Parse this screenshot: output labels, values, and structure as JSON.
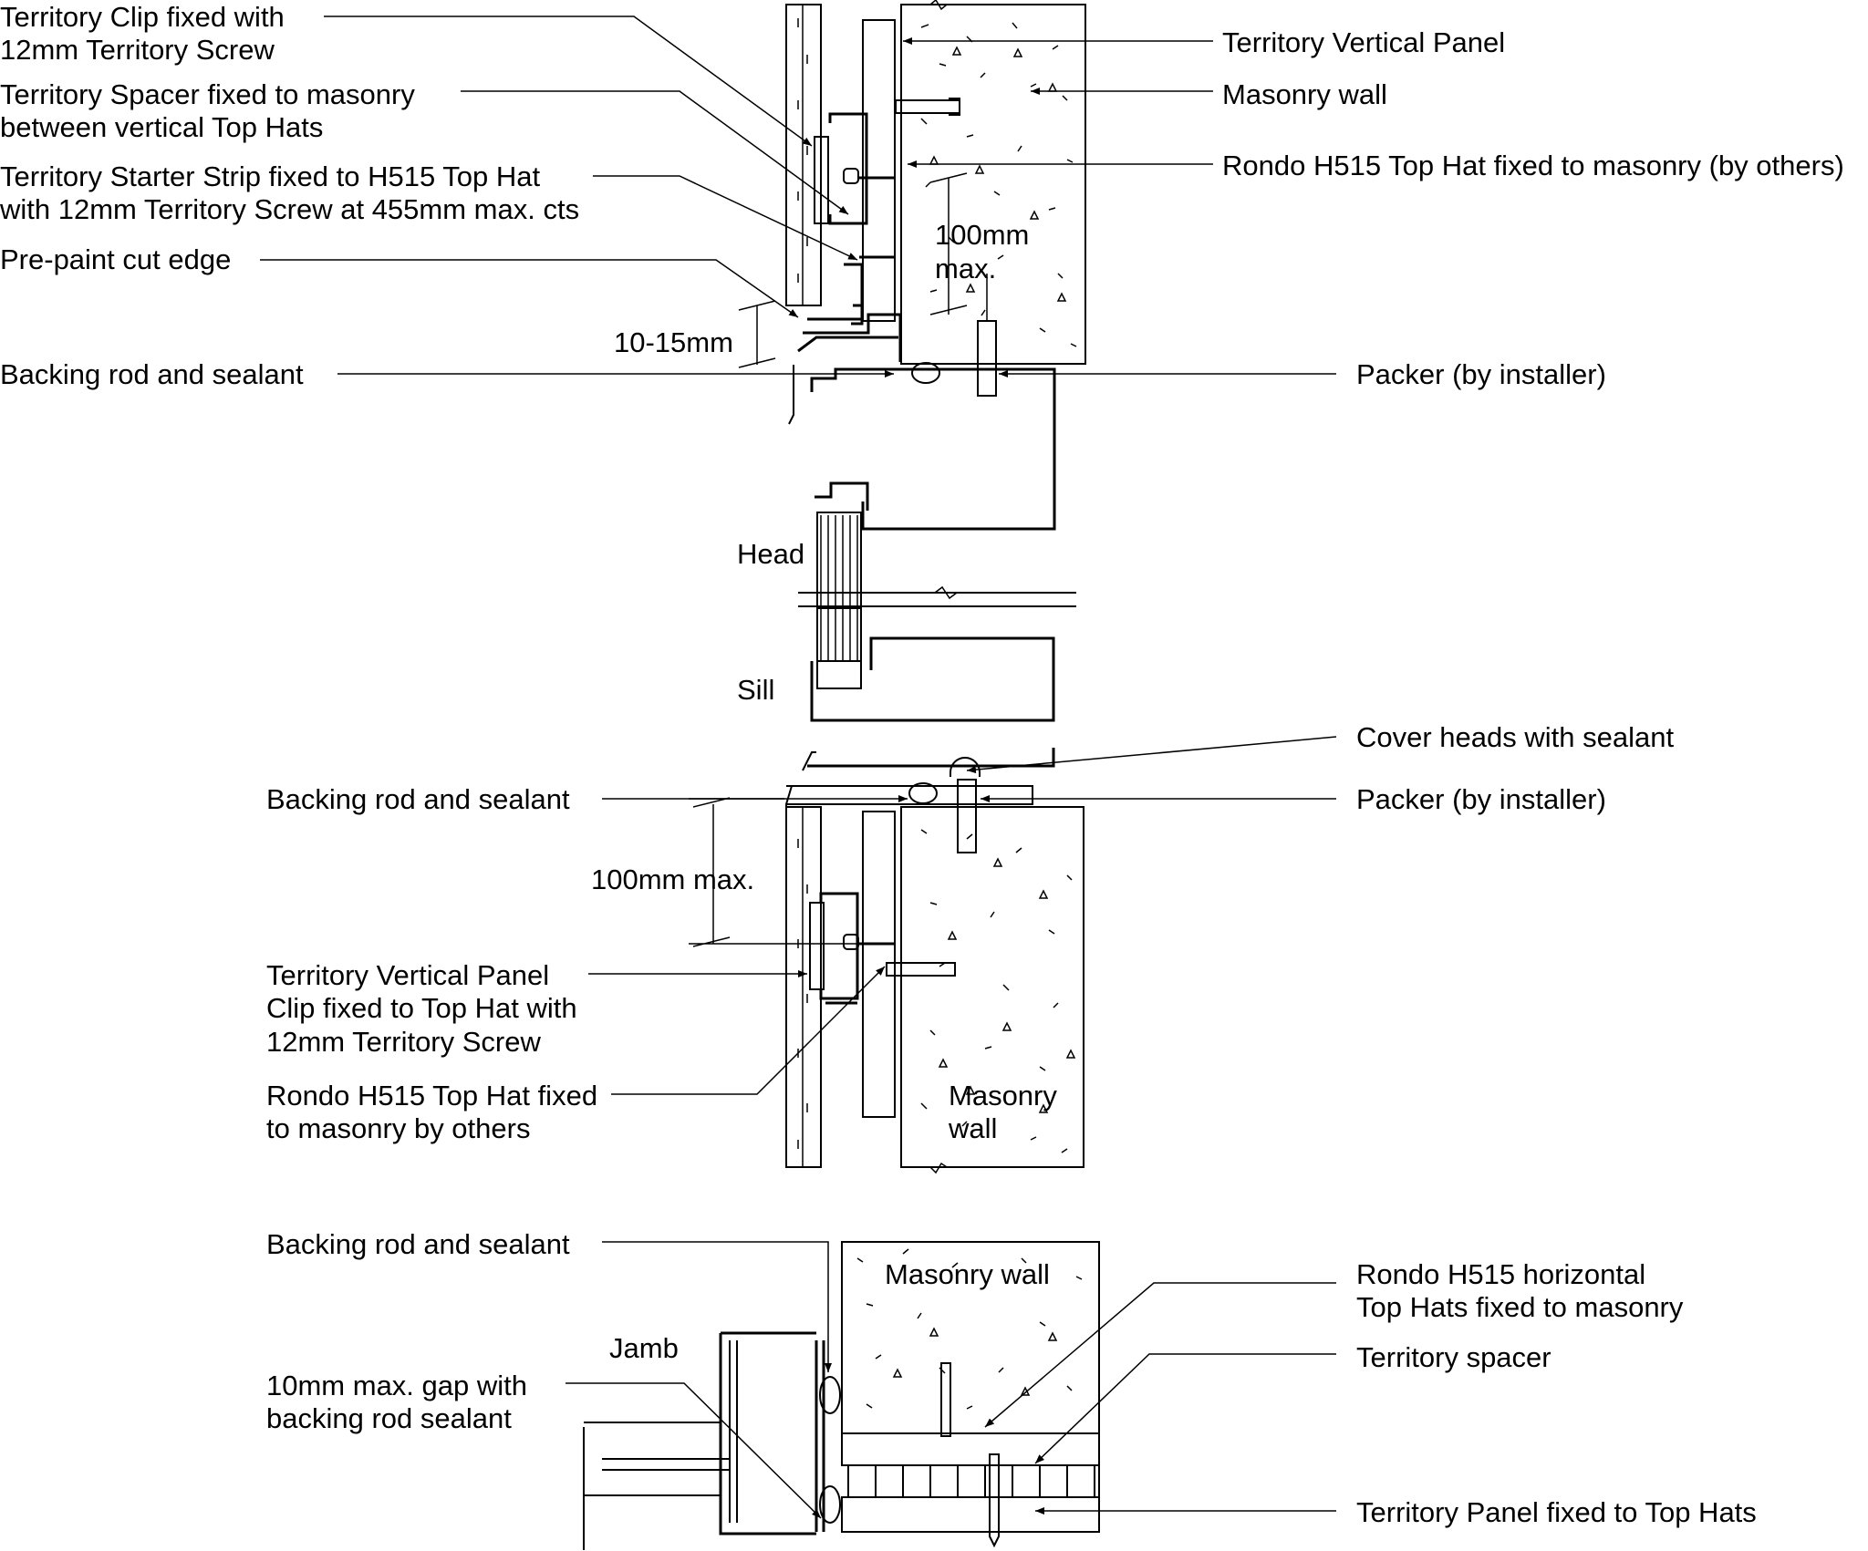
{
  "labels": {
    "clip_fixed": [
      "Territory Clip fixed with",
      "12mm Territory Screw"
    ],
    "spacer_fixed": [
      "Territory Spacer fixed to masonry",
      "between vertical Top Hats"
    ],
    "starter_strip": [
      "Territory Starter Strip fixed to H515 Top Hat",
      "with 12mm Territory Screw at 455mm max. cts"
    ],
    "pre_paint": "Pre-paint cut edge",
    "dim_10_15": "10-15mm",
    "backing_rod_head": "Backing rod and sealant",
    "vertical_panel": "Territory Vertical Panel",
    "masonry_wall_top": "Masonry wall",
    "rondo_top_hat": "Rondo H515 Top Hat fixed to masonry (by others)",
    "dim_100_top": [
      "100mm",
      "max."
    ],
    "packer_head": "Packer (by installer)",
    "head": "Head",
    "sill": "Sill",
    "cover_heads": "Cover heads with sealant",
    "backing_rod_sill": "Backing rod and sealant",
    "packer_sill": "Packer (by installer)",
    "dim_100_sill": "100mm max.",
    "vp_clip": [
      "Territory Vertical Panel",
      "Clip fixed to Top Hat with",
      "12mm Territory Screw"
    ],
    "rondo_sill": [
      "Rondo H515 Top Hat fixed",
      "to masonry by others"
    ],
    "masonry_wall_sill": [
      "Masonry",
      "wall"
    ],
    "backing_rod_jamb": "Backing rod and sealant",
    "masonry_wall_jamb": "Masonry wall",
    "jamb": "Jamb",
    "gap_10": [
      "10mm max. gap with",
      "backing rod sealant"
    ],
    "rondo_horizontal": [
      "Rondo H515 horizontal",
      "Top Hats fixed to masonry"
    ],
    "territory_spacer": "Territory spacer",
    "panel_fixed": "Territory Panel fixed to Top Hats"
  }
}
